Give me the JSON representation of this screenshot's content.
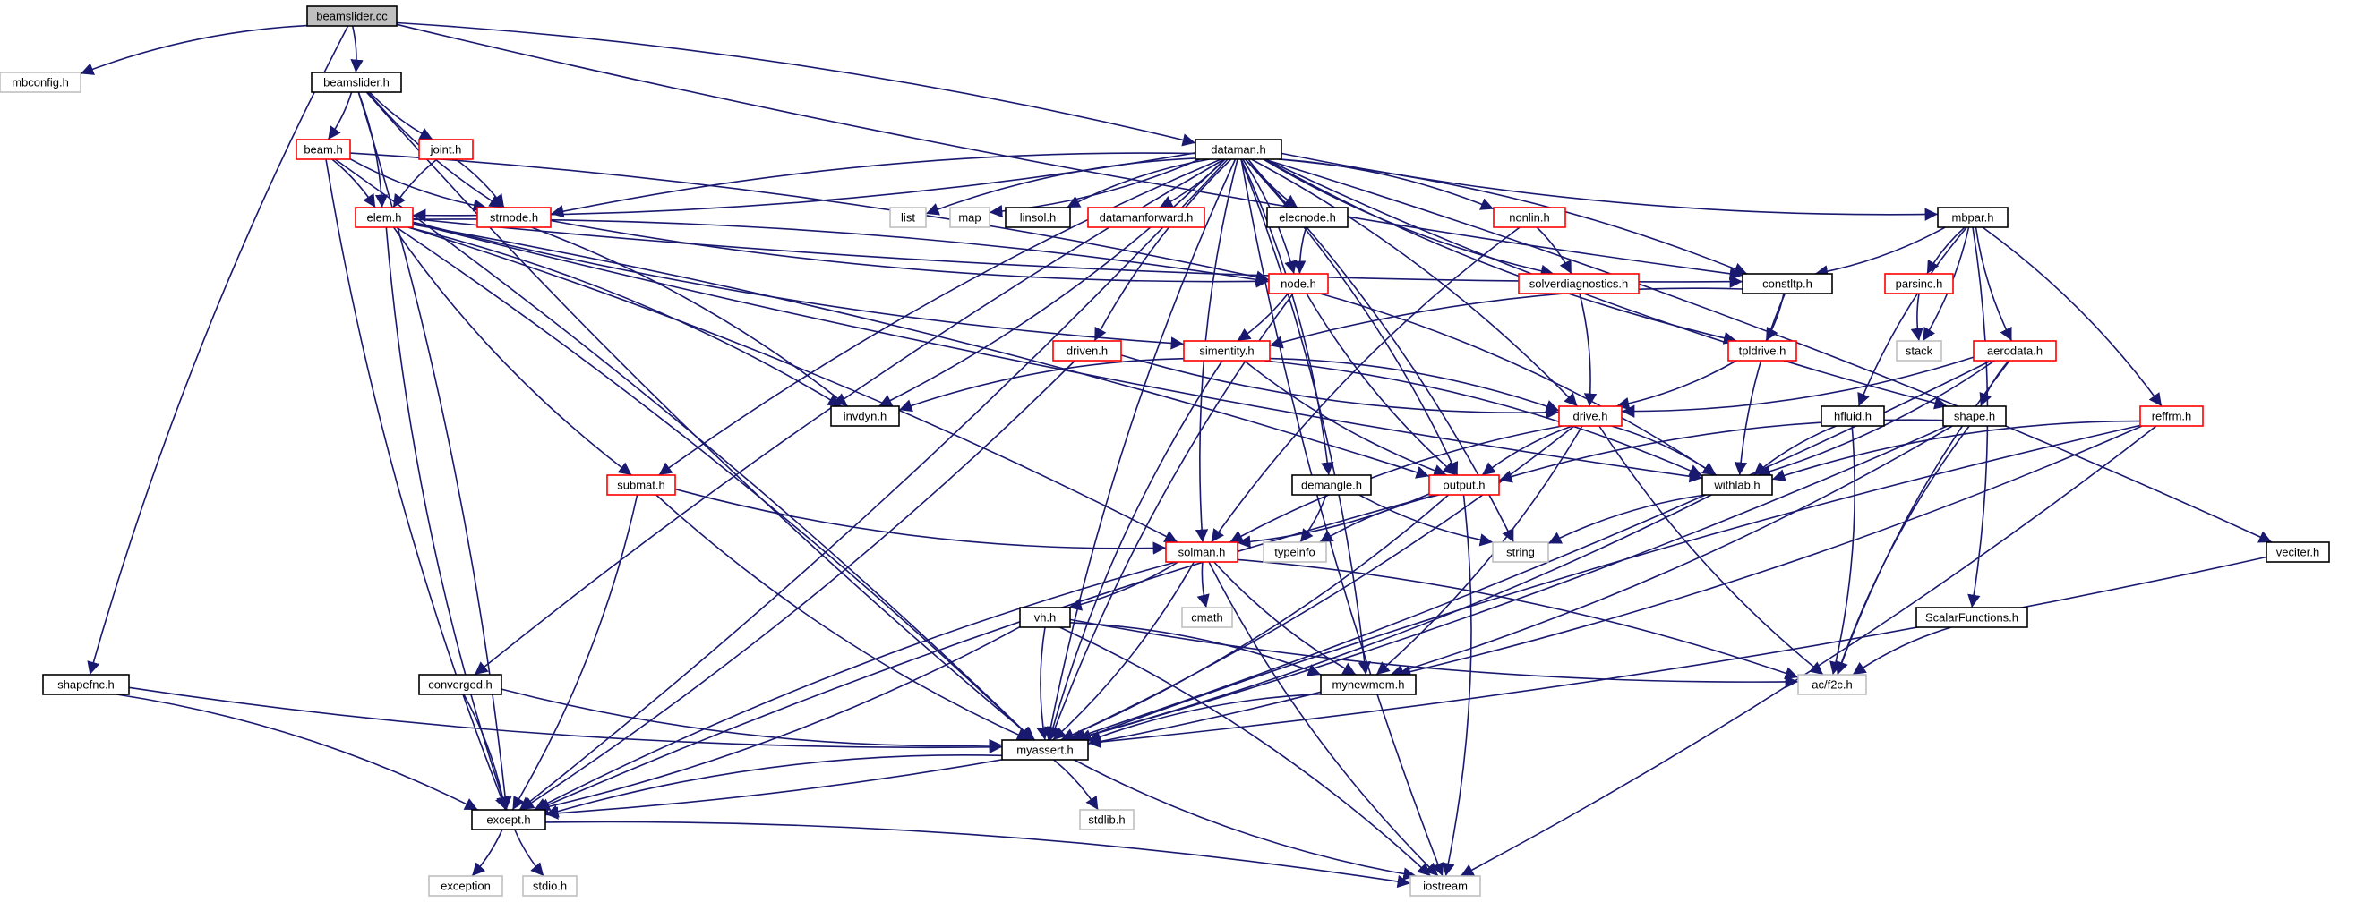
{
  "graph": {
    "nodes": [
      {
        "id": "beamslider_cc",
        "label": "beamslider.cc",
        "kind": "root"
      },
      {
        "id": "mbconfig",
        "label": "mbconfig.h",
        "kind": "external"
      },
      {
        "id": "beamslider_h",
        "label": "beamslider.h",
        "kind": "documented"
      },
      {
        "id": "shapefnc",
        "label": "shapefnc.h",
        "kind": "documented"
      },
      {
        "id": "dataman",
        "label": "dataman.h",
        "kind": "documented"
      },
      {
        "id": "constltp",
        "label": "constltp.h",
        "kind": "documented"
      },
      {
        "id": "beam",
        "label": "beam.h",
        "kind": "incomplete"
      },
      {
        "id": "joint",
        "label": "joint.h",
        "kind": "incomplete"
      },
      {
        "id": "elem",
        "label": "elem.h",
        "kind": "incomplete"
      },
      {
        "id": "strnode",
        "label": "strnode.h",
        "kind": "incomplete"
      },
      {
        "id": "list",
        "label": "list",
        "kind": "external"
      },
      {
        "id": "map",
        "label": "map",
        "kind": "external"
      },
      {
        "id": "linsol",
        "label": "linsol.h",
        "kind": "documented"
      },
      {
        "id": "datamanforward",
        "label": "datamanforward.h",
        "kind": "incomplete"
      },
      {
        "id": "elecnode",
        "label": "elecnode.h",
        "kind": "documented"
      },
      {
        "id": "nonlin",
        "label": "nonlin.h",
        "kind": "incomplete"
      },
      {
        "id": "mbpar",
        "label": "mbpar.h",
        "kind": "documented"
      },
      {
        "id": "node",
        "label": "node.h",
        "kind": "incomplete"
      },
      {
        "id": "solverdiagnostics",
        "label": "solverdiagnostics.h",
        "kind": "incomplete"
      },
      {
        "id": "parsinc",
        "label": "parsinc.h",
        "kind": "incomplete"
      },
      {
        "id": "stack",
        "label": "stack",
        "kind": "external"
      },
      {
        "id": "driven",
        "label": "driven.h",
        "kind": "incomplete"
      },
      {
        "id": "simentity",
        "label": "simentity.h",
        "kind": "incomplete"
      },
      {
        "id": "tpldrive",
        "label": "tpldrive.h",
        "kind": "incomplete"
      },
      {
        "id": "aerodata",
        "label": "aerodata.h",
        "kind": "incomplete"
      },
      {
        "id": "reffrm",
        "label": "reffrm.h",
        "kind": "incomplete"
      },
      {
        "id": "invdyn",
        "label": "invdyn.h",
        "kind": "documented"
      },
      {
        "id": "drive",
        "label": "drive.h",
        "kind": "incomplete"
      },
      {
        "id": "hfluid",
        "label": "hfluid.h",
        "kind": "documented"
      },
      {
        "id": "shape",
        "label": "shape.h",
        "kind": "documented"
      },
      {
        "id": "submat",
        "label": "submat.h",
        "kind": "incomplete"
      },
      {
        "id": "demangle",
        "label": "demangle.h",
        "kind": "documented"
      },
      {
        "id": "output",
        "label": "output.h",
        "kind": "incomplete"
      },
      {
        "id": "withlab",
        "label": "withlab.h",
        "kind": "documented"
      },
      {
        "id": "solman",
        "label": "solman.h",
        "kind": "incomplete"
      },
      {
        "id": "typeinfo",
        "label": "typeinfo",
        "kind": "external"
      },
      {
        "id": "string",
        "label": "string",
        "kind": "external"
      },
      {
        "id": "veciter",
        "label": "veciter.h",
        "kind": "documented"
      },
      {
        "id": "cmath",
        "label": "cmath",
        "kind": "external"
      },
      {
        "id": "vh",
        "label": "vh.h",
        "kind": "documented"
      },
      {
        "id": "scalarfunctions",
        "label": "ScalarFunctions.h",
        "kind": "documented"
      },
      {
        "id": "converged",
        "label": "converged.h",
        "kind": "documented"
      },
      {
        "id": "mynewmem",
        "label": "mynewmem.h",
        "kind": "documented"
      },
      {
        "id": "acf2c",
        "label": "ac/f2c.h",
        "kind": "external"
      },
      {
        "id": "myassert",
        "label": "myassert.h",
        "kind": "documented"
      },
      {
        "id": "except",
        "label": "except.h",
        "kind": "documented"
      },
      {
        "id": "stdlib",
        "label": "stdlib.h",
        "kind": "external"
      },
      {
        "id": "exception",
        "label": "exception",
        "kind": "external"
      },
      {
        "id": "stdio",
        "label": "stdio.h",
        "kind": "external"
      },
      {
        "id": "iostream",
        "label": "iostream",
        "kind": "external"
      }
    ],
    "edges": [
      [
        "beamslider_cc",
        "mbconfig"
      ],
      [
        "beamslider_cc",
        "beamslider_h"
      ],
      [
        "beamslider_cc",
        "shapefnc"
      ],
      [
        "beamslider_cc",
        "dataman"
      ],
      [
        "beamslider_cc",
        "constltp"
      ],
      [
        "beamslider_h",
        "beam"
      ],
      [
        "beamslider_h",
        "joint"
      ],
      [
        "beamslider_h",
        "elem"
      ],
      [
        "beamslider_h",
        "strnode"
      ],
      [
        "beamslider_h",
        "except"
      ],
      [
        "beamslider_h",
        "myassert"
      ],
      [
        "shapefnc",
        "except"
      ],
      [
        "shapefnc",
        "myassert"
      ],
      [
        "beam",
        "elem"
      ],
      [
        "beam",
        "strnode"
      ],
      [
        "beam",
        "node"
      ],
      [
        "beam",
        "except"
      ],
      [
        "beam",
        "myassert"
      ],
      [
        "joint",
        "elem"
      ],
      [
        "joint",
        "strnode"
      ],
      [
        "dataman",
        "list"
      ],
      [
        "dataman",
        "map"
      ],
      [
        "dataman",
        "linsol"
      ],
      [
        "dataman",
        "datamanforward"
      ],
      [
        "dataman",
        "elecnode"
      ],
      [
        "dataman",
        "nonlin"
      ],
      [
        "dataman",
        "mbpar"
      ],
      [
        "dataman",
        "elem"
      ],
      [
        "dataman",
        "strnode"
      ],
      [
        "dataman",
        "node"
      ],
      [
        "dataman",
        "solverdiagnostics"
      ],
      [
        "dataman",
        "constltp"
      ],
      [
        "dataman",
        "driven"
      ],
      [
        "dataman",
        "invdyn"
      ],
      [
        "dataman",
        "tpldrive"
      ],
      [
        "dataman",
        "drive"
      ],
      [
        "dataman",
        "shape"
      ],
      [
        "dataman",
        "veciter"
      ],
      [
        "dataman",
        "submat"
      ],
      [
        "dataman",
        "output"
      ],
      [
        "dataman",
        "solman"
      ],
      [
        "dataman",
        "string"
      ],
      [
        "dataman",
        "converged"
      ],
      [
        "dataman",
        "mynewmem"
      ],
      [
        "dataman",
        "myassert"
      ],
      [
        "dataman",
        "except"
      ],
      [
        "dataman",
        "iostream"
      ],
      [
        "dataman",
        "demangle"
      ],
      [
        "elem",
        "constltp"
      ],
      [
        "elem",
        "node"
      ],
      [
        "elem",
        "simentity"
      ],
      [
        "elem",
        "invdyn"
      ],
      [
        "elem",
        "submat"
      ],
      [
        "elem",
        "output"
      ],
      [
        "elem",
        "withlab"
      ],
      [
        "elem",
        "solman"
      ],
      [
        "elem",
        "except"
      ],
      [
        "elem",
        "myassert"
      ],
      [
        "strnode",
        "node"
      ],
      [
        "strnode",
        "invdyn"
      ],
      [
        "elecnode",
        "node"
      ],
      [
        "nonlin",
        "solverdiagnostics"
      ],
      [
        "nonlin",
        "solman"
      ],
      [
        "mbpar",
        "constltp"
      ],
      [
        "mbpar",
        "parsinc"
      ],
      [
        "mbpar",
        "stack"
      ],
      [
        "mbpar",
        "aerodata"
      ],
      [
        "mbpar",
        "reffrm"
      ],
      [
        "mbpar",
        "hfluid"
      ],
      [
        "mbpar",
        "scalarfunctions"
      ],
      [
        "parsinc",
        "stack"
      ],
      [
        "node",
        "simentity"
      ],
      [
        "node",
        "output"
      ],
      [
        "node",
        "withlab"
      ],
      [
        "node",
        "myassert"
      ],
      [
        "solverdiagnostics",
        "drive"
      ],
      [
        "constltp",
        "simentity"
      ],
      [
        "constltp",
        "tpldrive"
      ],
      [
        "constltp",
        "withlab"
      ],
      [
        "tpldrive",
        "drive"
      ],
      [
        "driven",
        "drive"
      ],
      [
        "driven",
        "except"
      ],
      [
        "simentity",
        "invdyn"
      ],
      [
        "simentity",
        "drive"
      ],
      [
        "simentity",
        "output"
      ],
      [
        "simentity",
        "withlab"
      ],
      [
        "simentity",
        "myassert"
      ],
      [
        "aerodata",
        "drive"
      ],
      [
        "aerodata",
        "shape"
      ],
      [
        "aerodata",
        "withlab"
      ],
      [
        "aerodata",
        "acf2c"
      ],
      [
        "aerodata",
        "myassert"
      ],
      [
        "reffrm",
        "withlab"
      ],
      [
        "reffrm",
        "mynewmem"
      ],
      [
        "reffrm",
        "myassert"
      ],
      [
        "reffrm",
        "iostream"
      ],
      [
        "drive",
        "output"
      ],
      [
        "drive",
        "withlab"
      ],
      [
        "drive",
        "solman"
      ],
      [
        "drive",
        "mynewmem"
      ],
      [
        "drive",
        "acf2c"
      ],
      [
        "drive",
        "myassert"
      ],
      [
        "hfluid",
        "withlab"
      ],
      [
        "hfluid",
        "acf2c"
      ],
      [
        "shape",
        "output"
      ],
      [
        "shape",
        "mynewmem"
      ],
      [
        "shape",
        "acf2c"
      ],
      [
        "shape",
        "myassert"
      ],
      [
        "submat",
        "solman"
      ],
      [
        "submat",
        "except"
      ],
      [
        "submat",
        "myassert"
      ],
      [
        "demangle",
        "typeinfo"
      ],
      [
        "demangle",
        "string"
      ],
      [
        "output",
        "solman"
      ],
      [
        "output",
        "typeinfo"
      ],
      [
        "output",
        "myassert"
      ],
      [
        "output",
        "except"
      ],
      [
        "output",
        "iostream"
      ],
      [
        "withlab",
        "string"
      ],
      [
        "withlab",
        "myassert"
      ],
      [
        "solman",
        "cmath"
      ],
      [
        "solman",
        "vh"
      ],
      [
        "solman",
        "mynewmem"
      ],
      [
        "solman",
        "myassert"
      ],
      [
        "solman",
        "except"
      ],
      [
        "solman",
        "acf2c"
      ],
      [
        "solman",
        "iostream"
      ],
      [
        "vh",
        "mynewmem"
      ],
      [
        "vh",
        "myassert"
      ],
      [
        "vh",
        "except"
      ],
      [
        "vh",
        "acf2c"
      ],
      [
        "vh",
        "iostream"
      ],
      [
        "scalarfunctions",
        "acf2c"
      ],
      [
        "veciter",
        "myassert"
      ],
      [
        "converged",
        "myassert"
      ],
      [
        "converged",
        "except"
      ],
      [
        "mynewmem",
        "myassert"
      ],
      [
        "mynewmem",
        "except"
      ],
      [
        "myassert",
        "except"
      ],
      [
        "myassert",
        "stdlib"
      ],
      [
        "myassert",
        "iostream"
      ],
      [
        "except",
        "exception"
      ],
      [
        "except",
        "stdio"
      ],
      [
        "except",
        "iostream"
      ]
    ]
  }
}
